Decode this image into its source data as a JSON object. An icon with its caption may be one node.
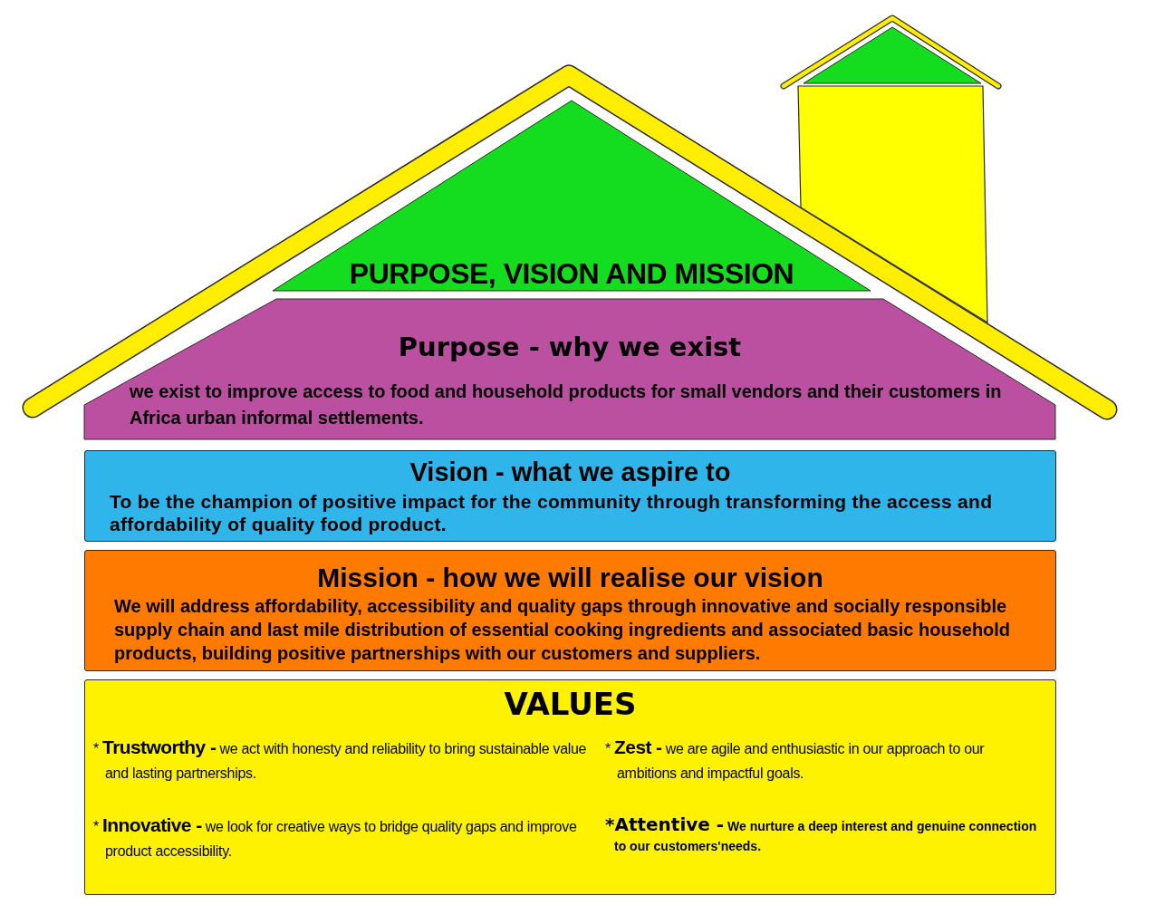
{
  "diagram": {
    "nodes": [
      {
        "text": [
          "PURPOSE, VISION AND MISSION"
        ]
      },
      {
        "text": [
          "Purpose - why we exist",
          "we exist to improve access to food and household products for small vendors and their customers in Africa urban informal settlements."
        ]
      },
      {
        "text": [
          "Vision - what we aspire to",
          "To be the champion of positive impact for the community through transforming the access and affordability of quality food product."
        ]
      },
      {
        "text": [
          "Mission - how we will realise our vision",
          "We will address affordability, accessibility and quality gaps through innovative and socially responsible supply chain and last mile distribution of essential cooking ingredients and associated basic household products, building positive partnerships with our customers and suppliers."
        ]
      },
      {
        "text": [
          "VALUES",
          "* **Trustworthy -** we act with honesty and reliability to bring sustainable value and lasting partnerships.",
          "* **Zest -** we are agile and enthusiastic in our approach to our ambitions and impactful goals.",
          "* **Innovative -** we look for creative ways to bridge quality gaps and improve product accessibility.",
          "***Attentive -** We nurture a deep interest and genuine connection to our customers'needs."
        ]
      }
    ]
  }
}
